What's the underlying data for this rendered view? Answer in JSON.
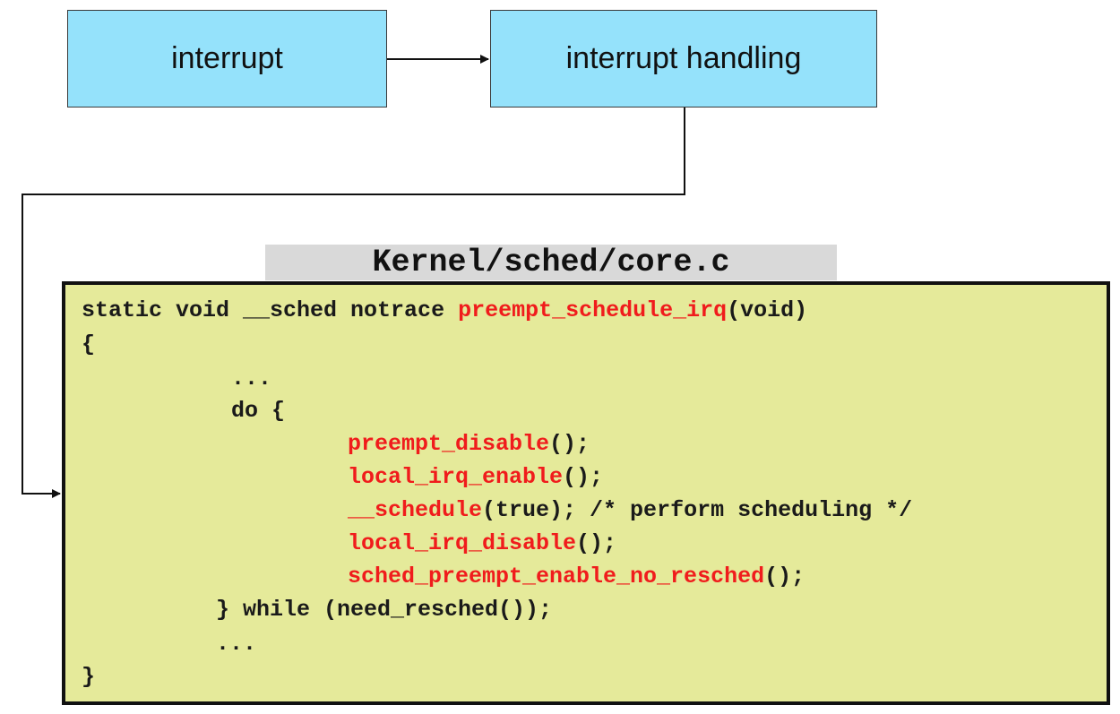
{
  "boxes": {
    "interrupt": "interrupt",
    "handling": "interrupt handling"
  },
  "file_label": "Kernel/sched/core.c",
  "code": {
    "lines": [
      {
        "indent": "",
        "parts": [
          {
            "t": "static void __sched notrace ",
            "k": "plain"
          },
          {
            "t": "preempt_schedule_irq",
            "k": "fn"
          },
          {
            "t": "(void)",
            "k": "plain"
          }
        ]
      },
      {
        "indent": "",
        "parts": [
          {
            "t": "{",
            "k": "plain"
          }
        ]
      },
      {
        "indent": "    ",
        "parts": [
          {
            "t": "...",
            "k": "plain"
          }
        ]
      },
      {
        "indent": "    ",
        "parts": [
          {
            "t": "do {",
            "k": "plain"
          }
        ]
      },
      {
        "indent": "        ",
        "parts": [
          {
            "t": "preempt_disable",
            "k": "fn"
          },
          {
            "t": "();",
            "k": "plain"
          }
        ]
      },
      {
        "indent": "        ",
        "parts": [
          {
            "t": "local_irq_enable",
            "k": "fn"
          },
          {
            "t": "();",
            "k": "plain"
          }
        ]
      },
      {
        "indent": "        ",
        "parts": [
          {
            "t": "__schedule",
            "k": "fn"
          },
          {
            "t": "(true); /* perform scheduling */",
            "k": "plain"
          }
        ]
      },
      {
        "indent": "        ",
        "parts": [
          {
            "t": "local_irq_disable",
            "k": "fn"
          },
          {
            "t": "();",
            "k": "plain"
          }
        ]
      },
      {
        "indent": "        ",
        "parts": [
          {
            "t": "sched_preempt_enable_no_resched",
            "k": "fn"
          },
          {
            "t": "();",
            "k": "plain"
          }
        ]
      },
      {
        "indent": "    ",
        "parts": [
          {
            "t": "} while (need_resched());",
            "k": "plain"
          }
        ]
      },
      {
        "indent": "    ",
        "parts": [
          {
            "t": "...",
            "k": "plain"
          }
        ]
      },
      {
        "indent": "",
        "parts": [
          {
            "t": "}",
            "k": "plain"
          }
        ]
      }
    ]
  },
  "colors": {
    "box_fill": "#95e2fb",
    "code_bg": "#e5ea9a",
    "function_name": "#f01c1c",
    "file_label_bg": "#d9d9d9"
  }
}
